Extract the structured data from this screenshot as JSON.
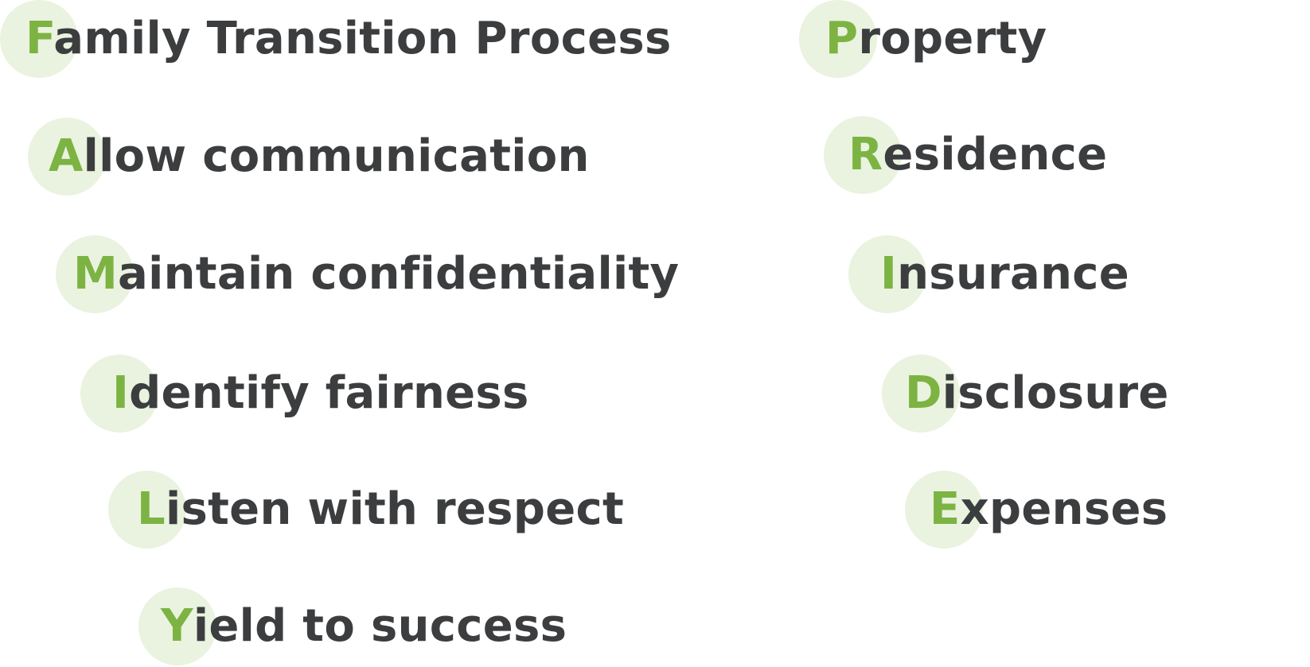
{
  "colors": {
    "accent": "#7cb342",
    "circle": "#e9f3df",
    "text": "#3c3d3f"
  },
  "columns": [
    {
      "items": [
        {
          "initial": "F",
          "rest": "amily Transition Process"
        },
        {
          "initial": "A",
          "rest": "llow communication"
        },
        {
          "initial": "M",
          "rest": "aintain confidentiality"
        },
        {
          "initial": "I",
          "rest": "dentify fairness"
        },
        {
          "initial": "L",
          "rest": "isten with respect"
        },
        {
          "initial": "Y",
          "rest": "ield to success"
        }
      ]
    },
    {
      "items": [
        {
          "initial": "P",
          "rest": "roperty"
        },
        {
          "initial": "R",
          "rest": "esidence"
        },
        {
          "initial": "I",
          "rest": "nsurance"
        },
        {
          "initial": "D",
          "rest": "isclosure"
        },
        {
          "initial": "E",
          "rest": "xpenses"
        }
      ]
    }
  ]
}
